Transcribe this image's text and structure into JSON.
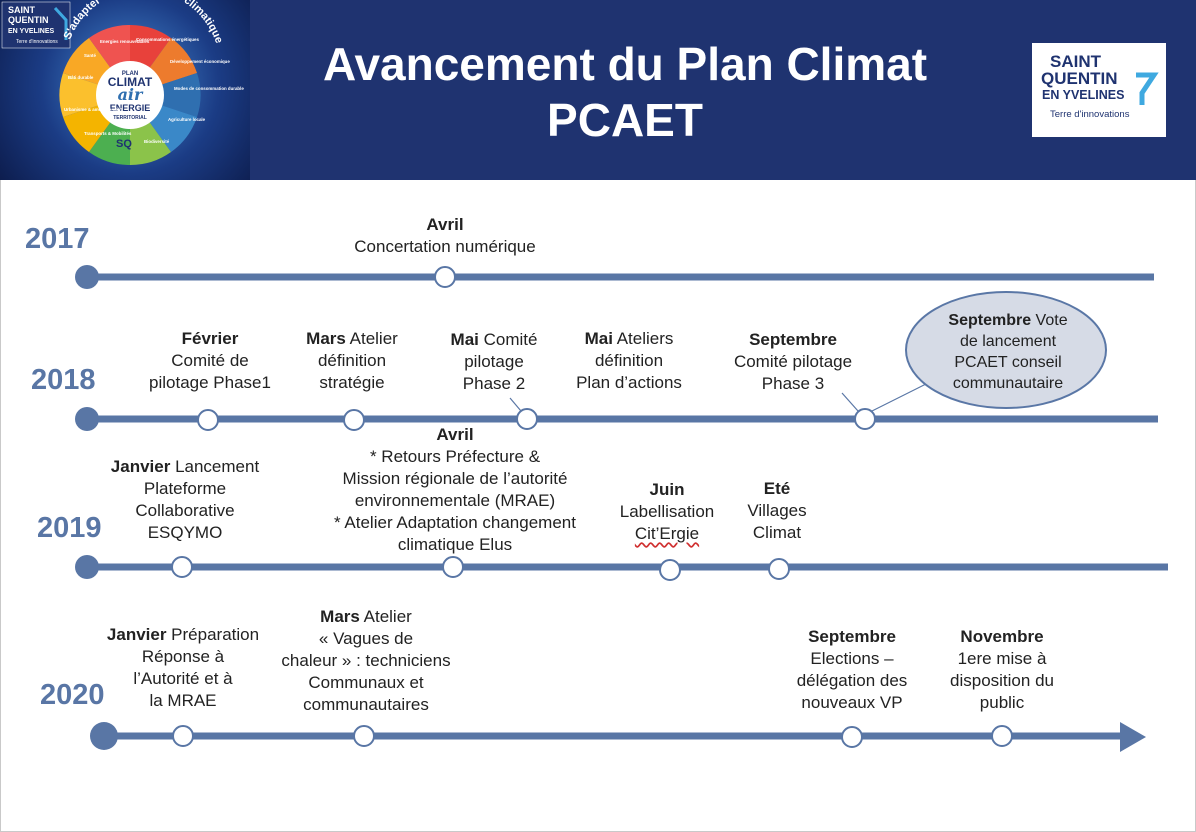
{
  "header": {
    "title_line1": "Avancement du Plan Climat",
    "title_line2": "PCAET",
    "left_logo": {
      "brand_line1": "SAINT",
      "brand_line2": "QUENTIN",
      "brand_line3": "EN YVELINES",
      "brand_tagline": "Terre d'innovations",
      "arc_text": "S'adapter au changement climatique",
      "center_line1": "PLAN",
      "center_line2": "CLIMAT",
      "center_line3": "air",
      "center_line4": "ENERGIE",
      "center_line5": "TERRITORIAL",
      "sq_mark": "SQ",
      "segments": [
        "Energies renouvelables",
        "Consommations énergétiques",
        "Développement économique",
        "Modes de consommation durable",
        "Agriculture locale",
        "Biodiversité",
        "Transports & Mobilités",
        "Urbanisme & aménagement",
        "Bâti durable",
        "Santé"
      ]
    },
    "right_logo": {
      "line1": "SAINT",
      "line2": "QUENTIN",
      "line3": "EN YVELINES",
      "tagline": "Terre d'innovations"
    }
  },
  "colors": {
    "header_bg": "#1f3370",
    "timeline": "#5976a5",
    "year_text": "#5976a5",
    "bubble_fill": "#d6dbe6",
    "bubble_stroke": "#5a77a6"
  },
  "timeline": {
    "y2017": {
      "year": "2017",
      "events": [
        {
          "month": "Avril",
          "text": "Concertation numérique"
        }
      ]
    },
    "y2018": {
      "year": "2018",
      "events": [
        {
          "month": "Février",
          "text1": "Comité de",
          "text2": "pilotage Phase1"
        },
        {
          "month": "Mars",
          "text_inline": " Atelier",
          "text1": "définition",
          "text2": "stratégie"
        },
        {
          "month": "Mai",
          "text_inline": " Comité",
          "text1": "pilotage",
          "text2": "Phase 2"
        },
        {
          "month": "Mai",
          "text_inline": " Ateliers",
          "text1": "définition",
          "text2": "Plan d’actions"
        },
        {
          "month": "Septembre",
          "text1": "Comité pilotage",
          "text2": "Phase 3"
        },
        {
          "month": "Septembre",
          "text_inline": " Vote",
          "text1": "de lancement",
          "text2": "PCAET conseil",
          "text3": "communautaire"
        }
      ]
    },
    "y2019": {
      "year": "2019",
      "events": [
        {
          "month": "Janvier",
          "text_inline": "  Lancement",
          "text1": "Plateforme",
          "text2": "Collaborative",
          "text3": "ESQYMO"
        },
        {
          "month": "Avril",
          "text1": "* Retours Préfecture &",
          "text2": "Mission régionale de l’autorité",
          "text3": "environnementale (MRAE)",
          "text4": "* Atelier Adaptation changement",
          "text5": "climatique Elus"
        },
        {
          "month": "Juin",
          "text1": "Labellisation",
          "text2": "Cit’Ergie"
        },
        {
          "month": "Eté",
          "text1": "Villages",
          "text2": "Climat"
        }
      ]
    },
    "y2020": {
      "year": "2020",
      "events": [
        {
          "month": "Janvier",
          "text_inline": "  Préparation",
          "text1": "Réponse à",
          "text2": "l’Autorité et à",
          "text3": "la MRAE"
        },
        {
          "month": "Mars",
          "text_inline": " Atelier",
          "text1": "« Vagues de",
          "text2": "chaleur » : techniciens",
          "text3": "Communaux et",
          "text4": "communautaires"
        },
        {
          "month": "Septembre",
          "text1": "Elections –",
          "text2": "délégation des",
          "text3": "nouveaux VP"
        },
        {
          "month": "Novembre",
          "text1": "1ere mise à",
          "text2": "disposition du",
          "text3": "public"
        }
      ]
    }
  }
}
